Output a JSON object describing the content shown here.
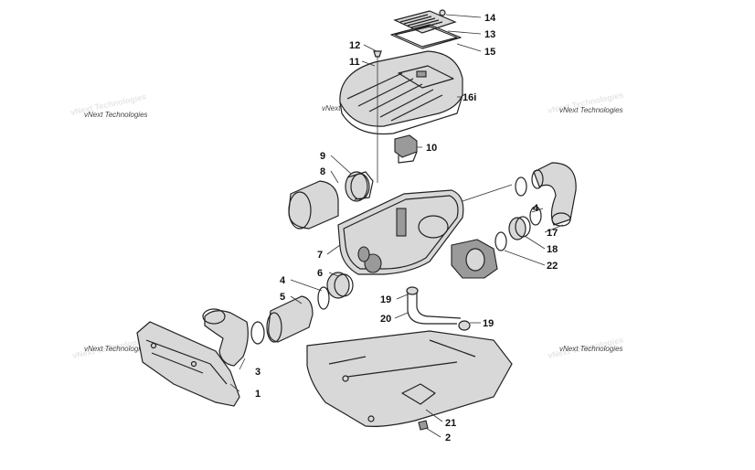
{
  "watermark": {
    "text": "vNext Technologies"
  },
  "callouts": {
    "c1": "1",
    "c2": "2",
    "c3": "3",
    "c4a": "4",
    "c4b": "4",
    "c5": "5",
    "c6": "6",
    "c7": "7",
    "c8": "8",
    "c9": "9",
    "c10": "10",
    "c11": "11",
    "c12": "12",
    "c13": "13",
    "c14": "14",
    "c15": "15",
    "c16": "16i",
    "c17": "17",
    "c18": "18",
    "c19a": "19",
    "c19b": "19",
    "c20": "20",
    "c21": "21",
    "c22": "22"
  }
}
